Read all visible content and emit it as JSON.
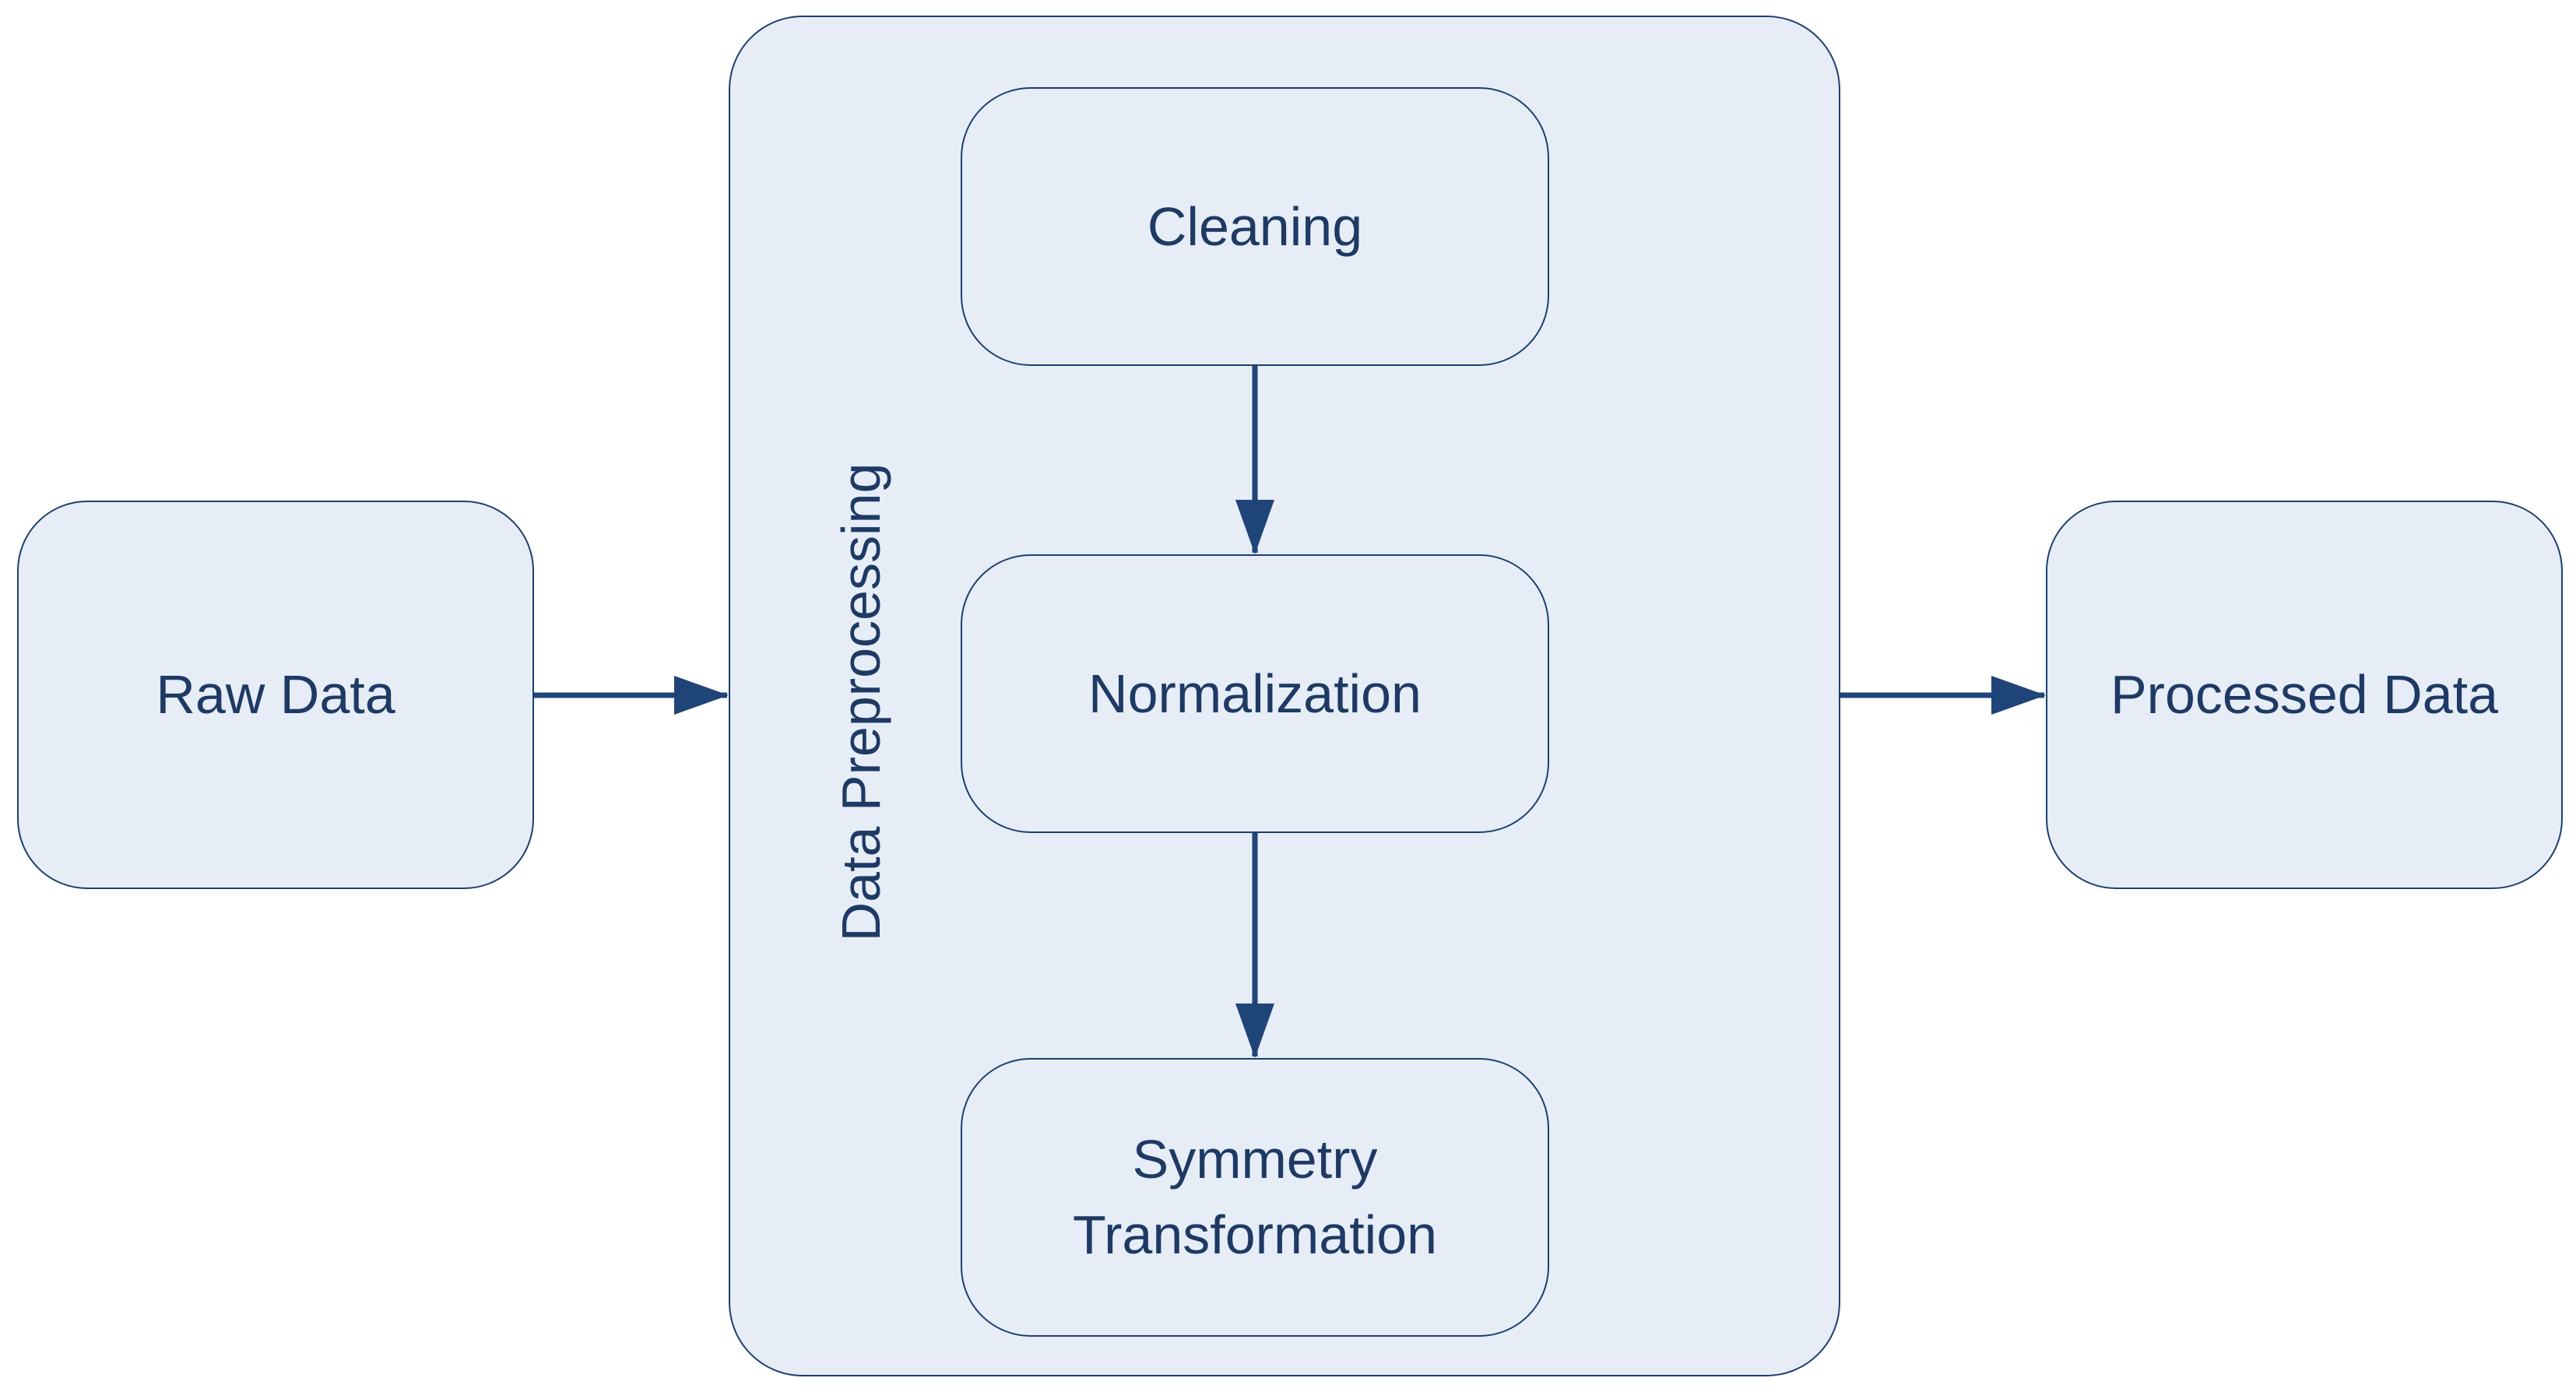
{
  "diagram": {
    "input": "Raw Data",
    "output": "Processed Data",
    "group_label": "Data Preprocessing",
    "steps": [
      "Cleaning",
      "Normalization",
      "Symmetry\nTransformation"
    ]
  },
  "colors": {
    "box_fill": "#e6edf7",
    "box_border": "#1e3f6e",
    "text": "#1e3a64",
    "arrow": "#1f4478"
  }
}
